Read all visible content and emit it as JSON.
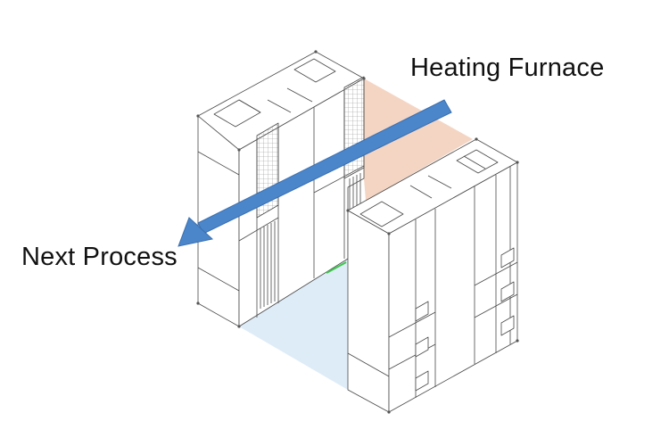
{
  "labels": {
    "heating_furnace": "Heating Furnace",
    "next_process": "Next Process"
  },
  "colors": {
    "background": "#ffffff",
    "line": "#4a4a4a",
    "furnace_zone": "#f3d3c1",
    "transfer_zone": "#dcebf8",
    "arrow": "#4a86c9",
    "arrow_outline": "#3a6fb0",
    "mesh": "#9a9a9a",
    "accent_green": "#3cc84a"
  },
  "icons": {
    "flow_arrow": "flow-direction-arrow"
  }
}
